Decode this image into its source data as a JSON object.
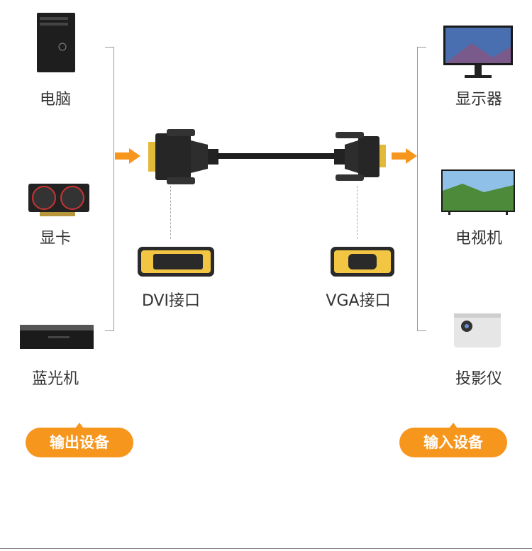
{
  "output_devices": [
    {
      "label": "电脑",
      "icon": "pc-tower-icon"
    },
    {
      "label": "显卡",
      "icon": "graphics-card-icon"
    },
    {
      "label": "蓝光机",
      "icon": "bluray-player-icon"
    }
  ],
  "input_devices": [
    {
      "label": "显示器",
      "icon": "monitor-icon"
    },
    {
      "label": "电视机",
      "icon": "tv-icon"
    },
    {
      "label": "投影仪",
      "icon": "projector-icon"
    }
  ],
  "ports": {
    "dvi": "DVI接口",
    "vga": "VGA接口"
  },
  "badges": {
    "output": "输出设备",
    "input": "输入设备"
  },
  "colors": {
    "accent": "#f7961d",
    "gold": "#f2c542",
    "text": "#333333"
  }
}
